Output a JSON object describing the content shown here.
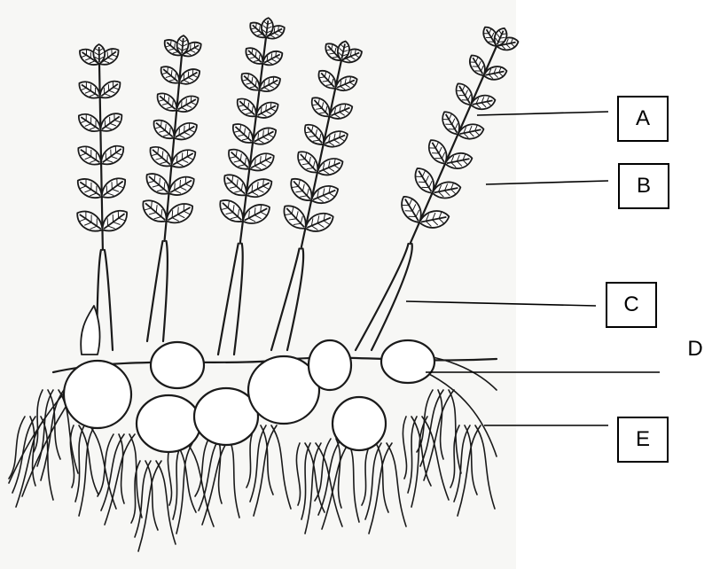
{
  "diagram": {
    "labels": [
      {
        "id": "a",
        "text": "A",
        "boxed": true
      },
      {
        "id": "b",
        "text": "B",
        "boxed": true
      },
      {
        "id": "c",
        "text": "C",
        "boxed": true
      },
      {
        "id": "d",
        "text": "D",
        "boxed": false
      },
      {
        "id": "e",
        "text": "E",
        "boxed": true
      }
    ]
  },
  "colors": {
    "ink": "#1a1a1a",
    "paper": "#f7f7f5",
    "background": "#ffffff"
  }
}
